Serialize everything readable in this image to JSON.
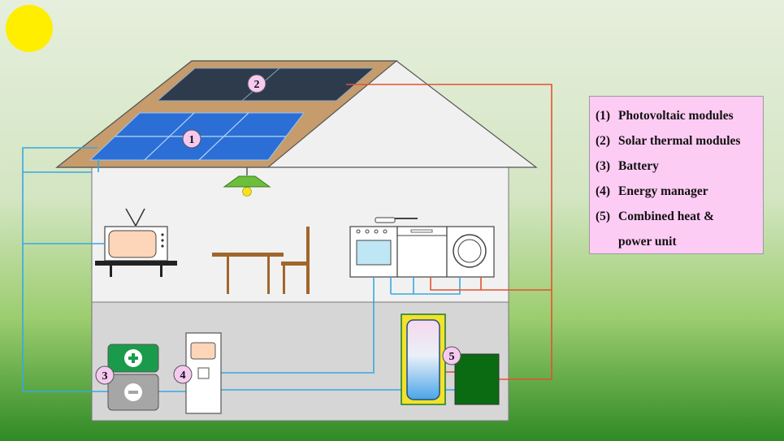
{
  "markers": {
    "pv": "1",
    "thermal": "2",
    "battery": "3",
    "manager": "4",
    "chp": "5"
  },
  "legend": {
    "items": [
      {
        "num": "(1)",
        "text": "Photovoltaic modules"
      },
      {
        "num": "(2)",
        "text": "Solar thermal modules"
      },
      {
        "num": "(3)",
        "text": "Battery"
      },
      {
        "num": "(4)",
        "text": "Energy manager"
      },
      {
        "num": "(5)",
        "text_line1": "Combined heat &",
        "text_line2": "power unit"
      }
    ]
  },
  "colors": {
    "electric_line": "#36a9e1",
    "heat_line": "#e2532d",
    "roof": "#c69c6d",
    "marker_fill": "#f6c9f0",
    "sun": "#ffee00"
  }
}
